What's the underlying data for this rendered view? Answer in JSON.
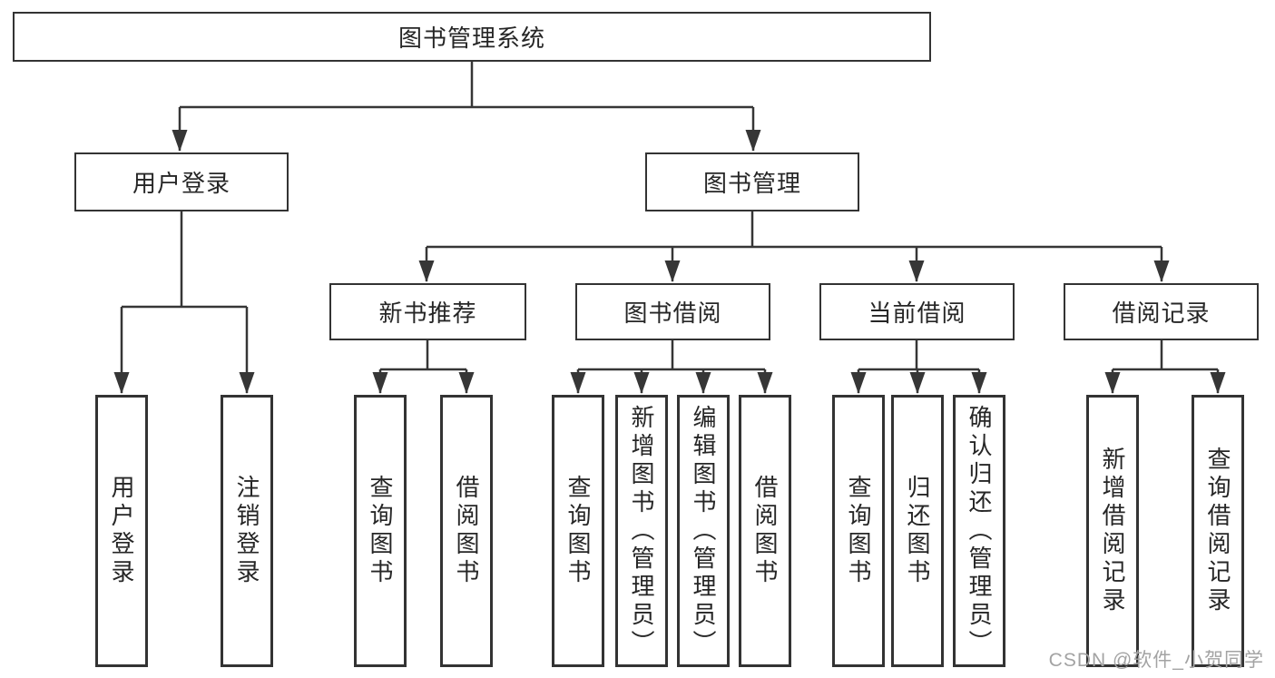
{
  "colors": {
    "line": "#363636",
    "border": "#333333",
    "text": "#262626",
    "background": "#ffffff",
    "watermark": "#a3a3a3"
  },
  "watermark": "CSDN @软件_小贺同学",
  "tree": {
    "label": "图书管理系统",
    "children": [
      {
        "label": "用户登录",
        "children": [
          {
            "label": "用户登录"
          },
          {
            "label": "注销登录"
          }
        ]
      },
      {
        "label": "图书管理",
        "children": [
          {
            "label": "新书推荐",
            "children": [
              {
                "label": "查询图书"
              },
              {
                "label": "借阅图书"
              }
            ]
          },
          {
            "label": "图书借阅",
            "children": [
              {
                "label": "查询图书"
              },
              {
                "label": "新增图书（管理员）"
              },
              {
                "label": "编辑图书（管理员）"
              },
              {
                "label": "借阅图书"
              }
            ]
          },
          {
            "label": "当前借阅",
            "children": [
              {
                "label": "查询图书"
              },
              {
                "label": "归还图书"
              },
              {
                "label": "确认归还（管理员）"
              }
            ]
          },
          {
            "label": "借阅记录",
            "children": [
              {
                "label": "新增借阅记录"
              },
              {
                "label": "查询借阅记录"
              }
            ]
          }
        ]
      }
    ]
  }
}
